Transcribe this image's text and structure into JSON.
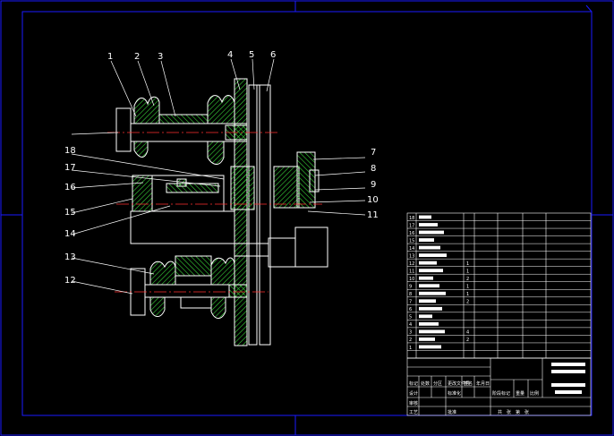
{
  "drawing": {
    "part_labels": [
      "1",
      "2",
      "3",
      "4",
      "5",
      "6",
      "7",
      "8",
      "9",
      "10",
      "11",
      "12",
      "13",
      "14",
      "15",
      "16",
      "17",
      "18"
    ],
    "bom_row_numbers": [
      "18",
      "17",
      "16",
      "15",
      "14",
      "13",
      "12",
      "11",
      "10",
      "9",
      "8",
      "7",
      "6",
      "5",
      "4",
      "3",
      "2",
      "1"
    ],
    "bom_qty_marks": [
      "",
      "",
      "",
      "",
      "",
      "",
      "1",
      "1",
      "2",
      "1",
      "1",
      "2",
      "",
      "",
      "",
      "4",
      "2",
      ""
    ],
    "title_block": {
      "row1": [
        "标记",
        "处数",
        "分区",
        "更改文件号",
        "签名",
        "年月日"
      ],
      "row2": [
        "设计",
        "",
        "",
        "标准化",
        "",
        ""
      ],
      "stage_cols": [
        "阶段标记",
        "重量",
        "比例"
      ],
      "sheet_row": [
        "共",
        "张",
        "第",
        "张"
      ],
      "approval_rows": [
        "审核",
        "工艺",
        "批准"
      ]
    },
    "colors": {
      "background": "#000000",
      "frame": "#1a1aff",
      "outline": "#ffffff",
      "hatch": "#39d239",
      "centerline": "#ff3030",
      "text": "#ffffff"
    }
  }
}
